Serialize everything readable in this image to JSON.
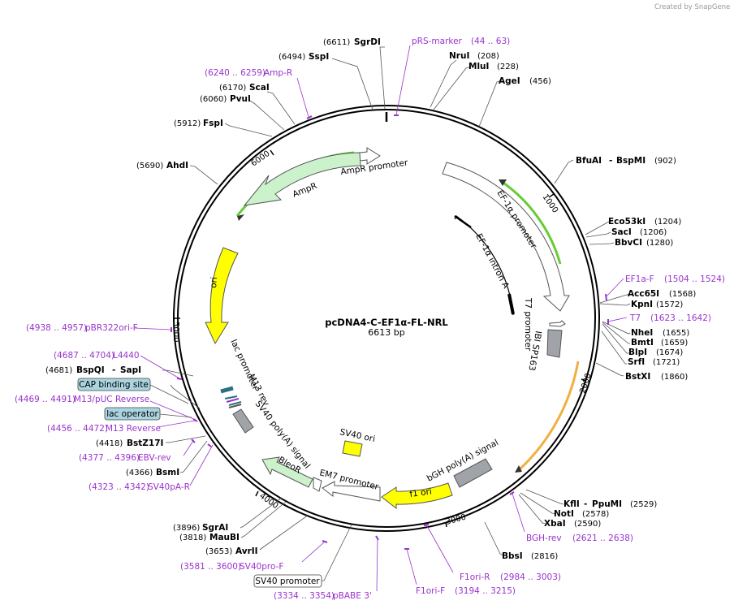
{
  "credit": "Created by SnapGene",
  "plasmid": {
    "name": "pcDNA4-C-EF1α-FL-NRL",
    "size": "6613 bp"
  },
  "ticks": [
    "1000",
    "2000",
    "3000",
    "4000",
    "5000",
    "6000"
  ],
  "enzymes": {
    "sgrdi": {
      "pos": "(6611)",
      "name": "SgrDI"
    },
    "sspi": {
      "pos": "(6494)",
      "name": "SspI"
    },
    "scai": {
      "pos": "(6170)",
      "name": "ScaI"
    },
    "pvui": {
      "pos": "(6060)",
      "name": "PvuI"
    },
    "fspi": {
      "pos": "(5912)",
      "name": "FspI"
    },
    "ahdi": {
      "pos": "(5690)",
      "name": "AhdI"
    },
    "nrui": {
      "name": "NruI",
      "pos": "(208)"
    },
    "mlui": {
      "name": "MluI",
      "pos": "(228)"
    },
    "agei": {
      "name": "AgeI",
      "pos": "(456)"
    },
    "bfuai": {
      "name": "BfuAI",
      "sep": "- ",
      "name2": "BspMI",
      "pos": "(902)"
    },
    "eco53ki": {
      "name": "Eco53kI",
      "pos": "(1204)"
    },
    "saci": {
      "name": "SacI",
      "pos": "(1206)"
    },
    "bbvci": {
      "name": "BbvCI",
      "pos": "(1280)"
    },
    "acc65i": {
      "name": "Acc65I",
      "pos": "(1568)"
    },
    "kpni": {
      "name": "KpnI",
      "pos": "(1572)"
    },
    "nhei": {
      "name": "NheI",
      "pos": "(1655)"
    },
    "bmti": {
      "name": "BmtI",
      "pos": "(1659)"
    },
    "blpi": {
      "name": "BlpI",
      "pos": "(1674)"
    },
    "srfi": {
      "name": "SrfI",
      "pos": "(1721)"
    },
    "bstxi": {
      "name": "BstXI",
      "pos": "(1860)"
    },
    "kfli": {
      "name": "KflI",
      "sep": "- ",
      "name2": "PpuMI",
      "pos": "(2529)"
    },
    "noti": {
      "name": "NotI",
      "pos": "(2578)"
    },
    "xbai": {
      "name": "XbaI",
      "pos": "(2590)"
    },
    "bbsi": {
      "name": "BbsI",
      "pos": "(2816)"
    },
    "bspqi": {
      "pos": "(4681)",
      "name": "BspQI",
      "sep": "- ",
      "name2": "SapI"
    },
    "bstz17i": {
      "pos": "(4418)",
      "name": "BstZ17I"
    },
    "bsmi": {
      "pos": "(4366)",
      "name": "BsmI"
    },
    "sgrai": {
      "pos": "(3896)",
      "name": "SgrAI"
    },
    "maubi": {
      "pos": "(3818)",
      "name": "MauBI"
    },
    "avrii": {
      "pos": "(3653)",
      "name": "AvrII"
    }
  },
  "primers": {
    "prs_marker": {
      "name": "pRS-marker",
      "pos": "(44 .. 63)"
    },
    "ampr": {
      "pos": "(6240 .. 6259)",
      "name": "Amp-R"
    },
    "ef1a_f": {
      "name": "EF1a-F",
      "pos": "(1504 .. 1524)"
    },
    "t7": {
      "name": "T7",
      "pos": "(1623 .. 1642)"
    },
    "bgh_rev": {
      "name": "BGH-rev",
      "pos": "(2621 .. 2638)"
    },
    "f1ori_r": {
      "name": "F1ori-R",
      "pos": "(2984 .. 3003)"
    },
    "f1ori_f": {
      "name": "F1ori-F",
      "pos": "(3194 .. 3215)"
    },
    "pbabe3": {
      "pos": "(3334 .. 3354)",
      "name": "pBABE 3'"
    },
    "sv40pro_f": {
      "pos": "(3581 .. 3600)",
      "name": "SV40pro-F"
    },
    "sv40pa_r": {
      "pos": "(4323 .. 4342)",
      "name": "SV40pA-R"
    },
    "ebv_rev": {
      "pos": "(4377 .. 4396)",
      "name": "EBV-rev"
    },
    "m13_reverse": {
      "pos": "(4456 .. 4472)",
      "name": "M13 Reverse"
    },
    "m13_puc_reverse": {
      "pos": "(4469 .. 4491)",
      "name": "M13/pUC Reverse"
    },
    "l4440": {
      "pos": "(4687 .. 4704)",
      "name": "L4440"
    },
    "pbr322ori_f": {
      "pos": "(4938 .. 4957)",
      "name": "pBR322ori-F"
    }
  },
  "boxed": {
    "cap": "CAP binding site",
    "lacop": "lac operator",
    "sv40prom": "SV40 promoter"
  },
  "features": {
    "ampr_promoter": "AmpR promoter",
    "ampr": "AmpR",
    "ef1a_promoter": "EF-1α promoter",
    "ef1a_intron": "EF-1α intron A",
    "t7_promoter": "T7 promoter",
    "ibi_sp163": "IBI SP163",
    "ori": "ori",
    "lac_promoter": "lac promoter",
    "m13_rev": "M13 rev",
    "sv40_polya": "SV40 poly(A) signal",
    "bleor": "BleoR",
    "em7": "EM7 promoter",
    "sv40_ori": "SV40 ori",
    "bgh_polya": "bGH poly(A) signal",
    "f1_ori": "f1 ori"
  },
  "colors": {
    "primer": "#9933cc",
    "ampr_fill": "#ccf2cc",
    "ori_fill": "#ffff00",
    "feature_gray": "#a0a4a8",
    "promoter_fill": "#ffffff",
    "green_highlight": "#66cc33",
    "orange_highlight": "#f0b040",
    "box_fill": "#a9d4e0"
  }
}
